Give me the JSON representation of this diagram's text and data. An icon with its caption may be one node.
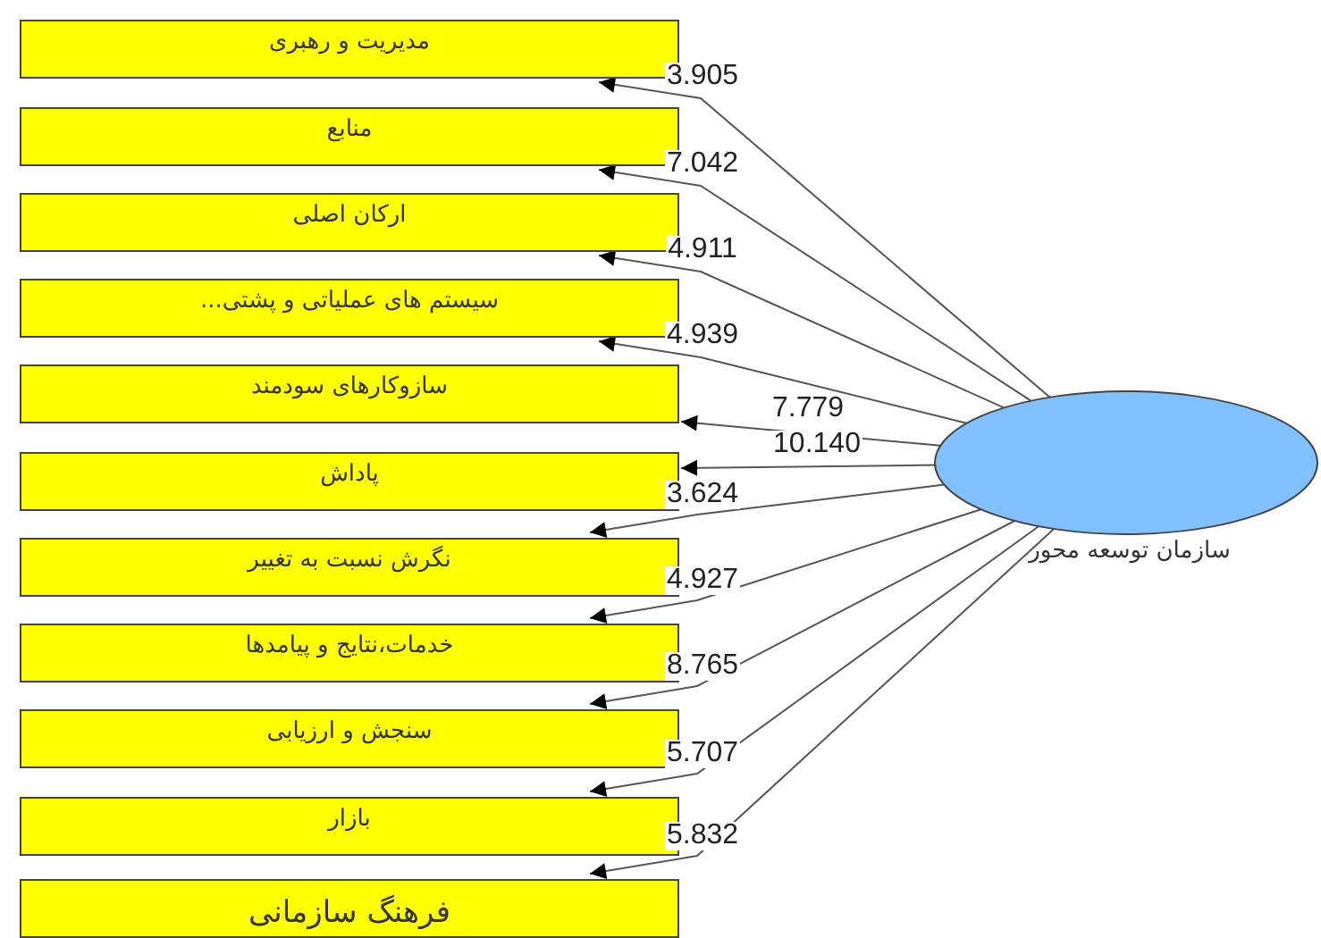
{
  "diagram": {
    "nodes": [
      {
        "text": [
          "مدیریت و رهبری"
        ]
      },
      {
        "text": [
          "منابع"
        ]
      },
      {
        "text": [
          "ارکان  اصلی"
        ]
      },
      {
        "text": [
          "سیستم های عملیاتی و پشتی..."
        ]
      },
      {
        "text": [
          "سازوکارهای سودمند"
        ]
      },
      {
        "text": [
          "پاداش"
        ]
      },
      {
        "text": [
          "نگرش نسبت به تغییر"
        ]
      },
      {
        "text": [
          "خدمات،نتایج و پیامدها"
        ]
      },
      {
        "text": [
          "سنجش و ارزیابی"
        ]
      },
      {
        "text": [
          "بازار"
        ]
      },
      {
        "text": [
          "فرهنگ سازمانی"
        ]
      },
      {
        "text": [
          "سازمان توسعه محور"
        ]
      }
    ],
    "edges": [
      {
        "from": 11,
        "to": 0,
        "arrow": "to",
        "label": "3.905"
      },
      {
        "from": 11,
        "to": 1,
        "arrow": "to",
        "label": "7.042"
      },
      {
        "from": 11,
        "to": 2,
        "arrow": "to",
        "label": "4.911"
      },
      {
        "from": 11,
        "to": 3,
        "arrow": "to",
        "label": "4.939"
      },
      {
        "from": 11,
        "to": 4,
        "arrow": "to",
        "label": "7.779"
      },
      {
        "from": 11,
        "to": 5,
        "arrow": "to",
        "label": "10.140"
      },
      {
        "from": 11,
        "to": 6,
        "arrow": "to",
        "label": "3.624"
      },
      {
        "from": 11,
        "to": 7,
        "arrow": "to",
        "label": "4.927"
      },
      {
        "from": 11,
        "to": 8,
        "arrow": "to",
        "label": "8.765"
      },
      {
        "from": 11,
        "to": 9,
        "arrow": "to",
        "label": "5.707"
      },
      {
        "from": 11,
        "to": 10,
        "arrow": "to",
        "label": "5.832"
      }
    ]
  }
}
